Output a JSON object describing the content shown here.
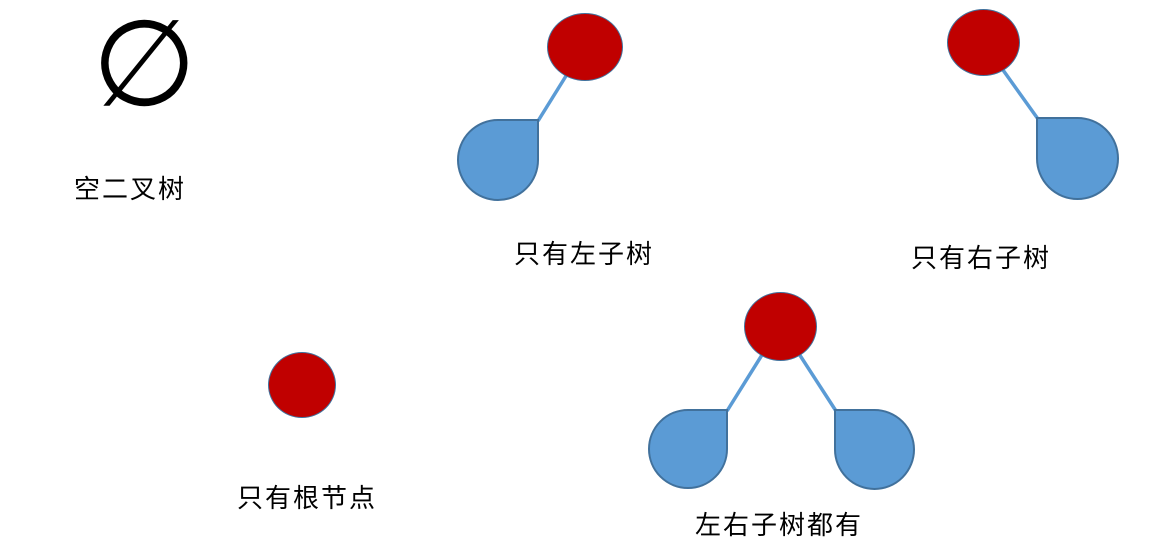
{
  "colors": {
    "background": "#ffffff",
    "root_fill": "#c00000",
    "subtree_fill": "#5b9bd5",
    "shape_outline": "#41719c",
    "edge": "#5b9bd5",
    "label_text": "#000000"
  },
  "diagram": {
    "description": "Five basic forms of a binary tree",
    "cases": [
      {
        "id": "empty-tree",
        "symbol": "∅",
        "label": "空二叉树",
        "root": false,
        "left_subtree": false,
        "right_subtree": false
      },
      {
        "id": "left-only",
        "label": "只有左子树",
        "root": true,
        "left_subtree": true,
        "right_subtree": false
      },
      {
        "id": "right-only",
        "label": "只有右子树",
        "root": true,
        "left_subtree": false,
        "right_subtree": true
      },
      {
        "id": "root-only",
        "label": "只有根节点",
        "root": true,
        "left_subtree": false,
        "right_subtree": false
      },
      {
        "id": "both-subtrees",
        "label": "左右子树都有",
        "root": true,
        "left_subtree": true,
        "right_subtree": true
      }
    ]
  }
}
